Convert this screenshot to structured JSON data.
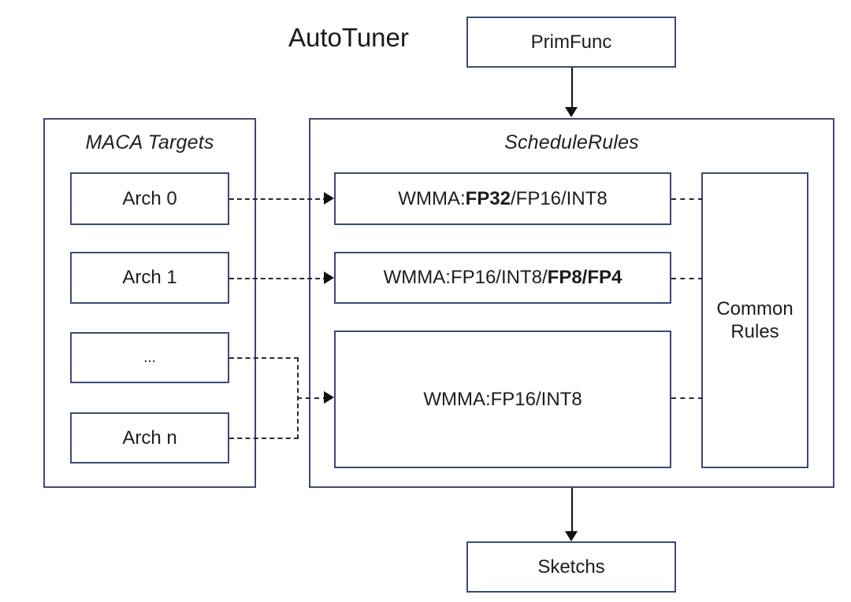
{
  "diagram": {
    "title": "AutoTuner",
    "input_node": {
      "label": "PrimFunc"
    },
    "output_node": {
      "label": "Sketchs"
    },
    "targets_panel": {
      "title": "MACA Targets",
      "items": [
        {
          "label": "Arch 0"
        },
        {
          "label": "Arch 1"
        },
        {
          "label": "..."
        },
        {
          "label": "Arch n"
        }
      ]
    },
    "rules_panel": {
      "title": "ScheduleRules",
      "rules": [
        {
          "prefix": "WMMA:",
          "bold_lead": "FP32",
          "suffix": "/FP16/INT8",
          "bold_tail": ""
        },
        {
          "prefix": "WMMA:FP16/INT8/",
          "bold_lead": "",
          "suffix": "",
          "bold_tail": "FP8/FP4"
        },
        {
          "prefix": "WMMA:FP16/INT8",
          "bold_lead": "",
          "suffix": "",
          "bold_tail": ""
        }
      ],
      "common_rules": {
        "line1": "Common",
        "line2": "Rules"
      }
    },
    "colors": {
      "box_border": "#3c4a74",
      "connector": "#2b2b2b",
      "text": "#1a1a1a",
      "background": "#ffffff"
    }
  }
}
